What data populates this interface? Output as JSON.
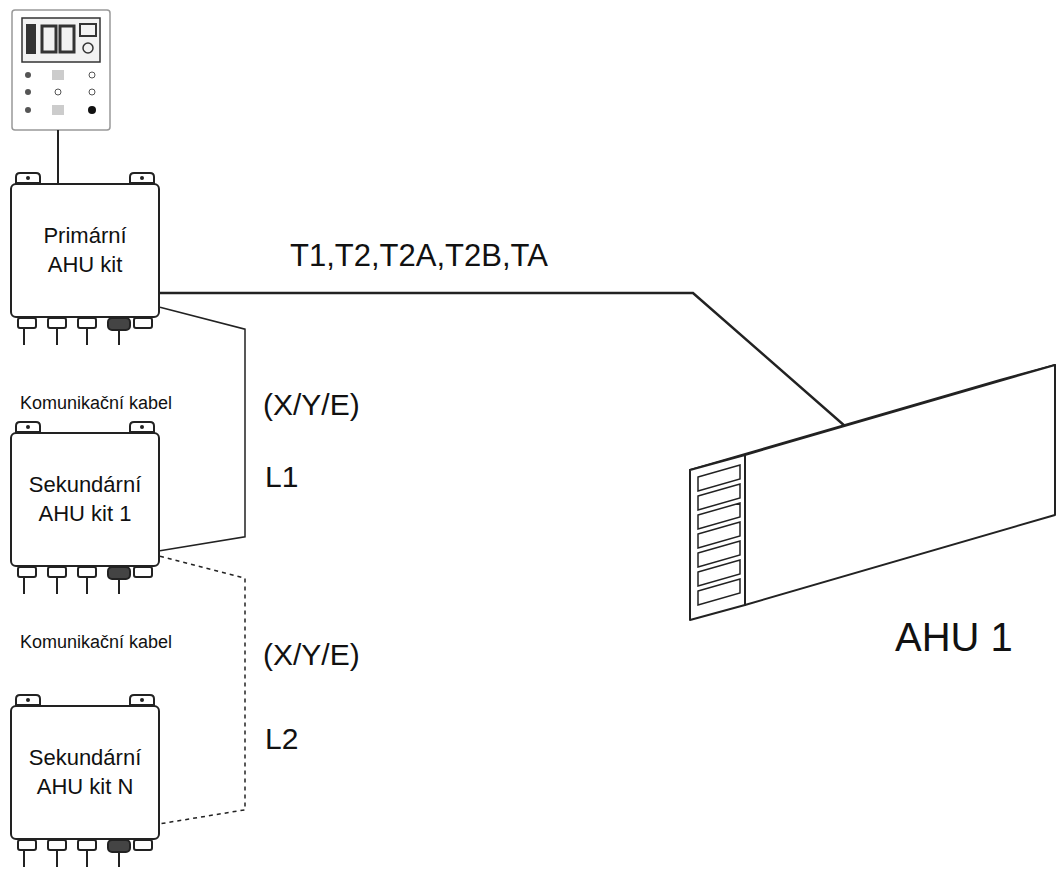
{
  "diagram": {
    "nodes": [
      {
        "text": [
          "Primární AHU kit"
        ]
      },
      {
        "text": [
          "Sekundární AHU kit 1"
        ]
      },
      {
        "text": [
          "Sekundární AHU kit N"
        ]
      },
      {
        "text": [
          "AHU 1"
        ]
      }
    ],
    "edges": [
      {
        "from": 0,
        "to": 3,
        "arrow": "none",
        "label": "T1,T2,T2A,T2B,TA"
      },
      {
        "from": 0,
        "to": 1,
        "arrow": "none"
      },
      {
        "from": 1,
        "to": 2,
        "arrow": "none"
      }
    ],
    "labels": [
      "Komunikační kabel",
      "(X/Y/E)",
      "L1",
      "Komunikační kabel",
      "(X/Y/E)",
      "L2"
    ]
  }
}
